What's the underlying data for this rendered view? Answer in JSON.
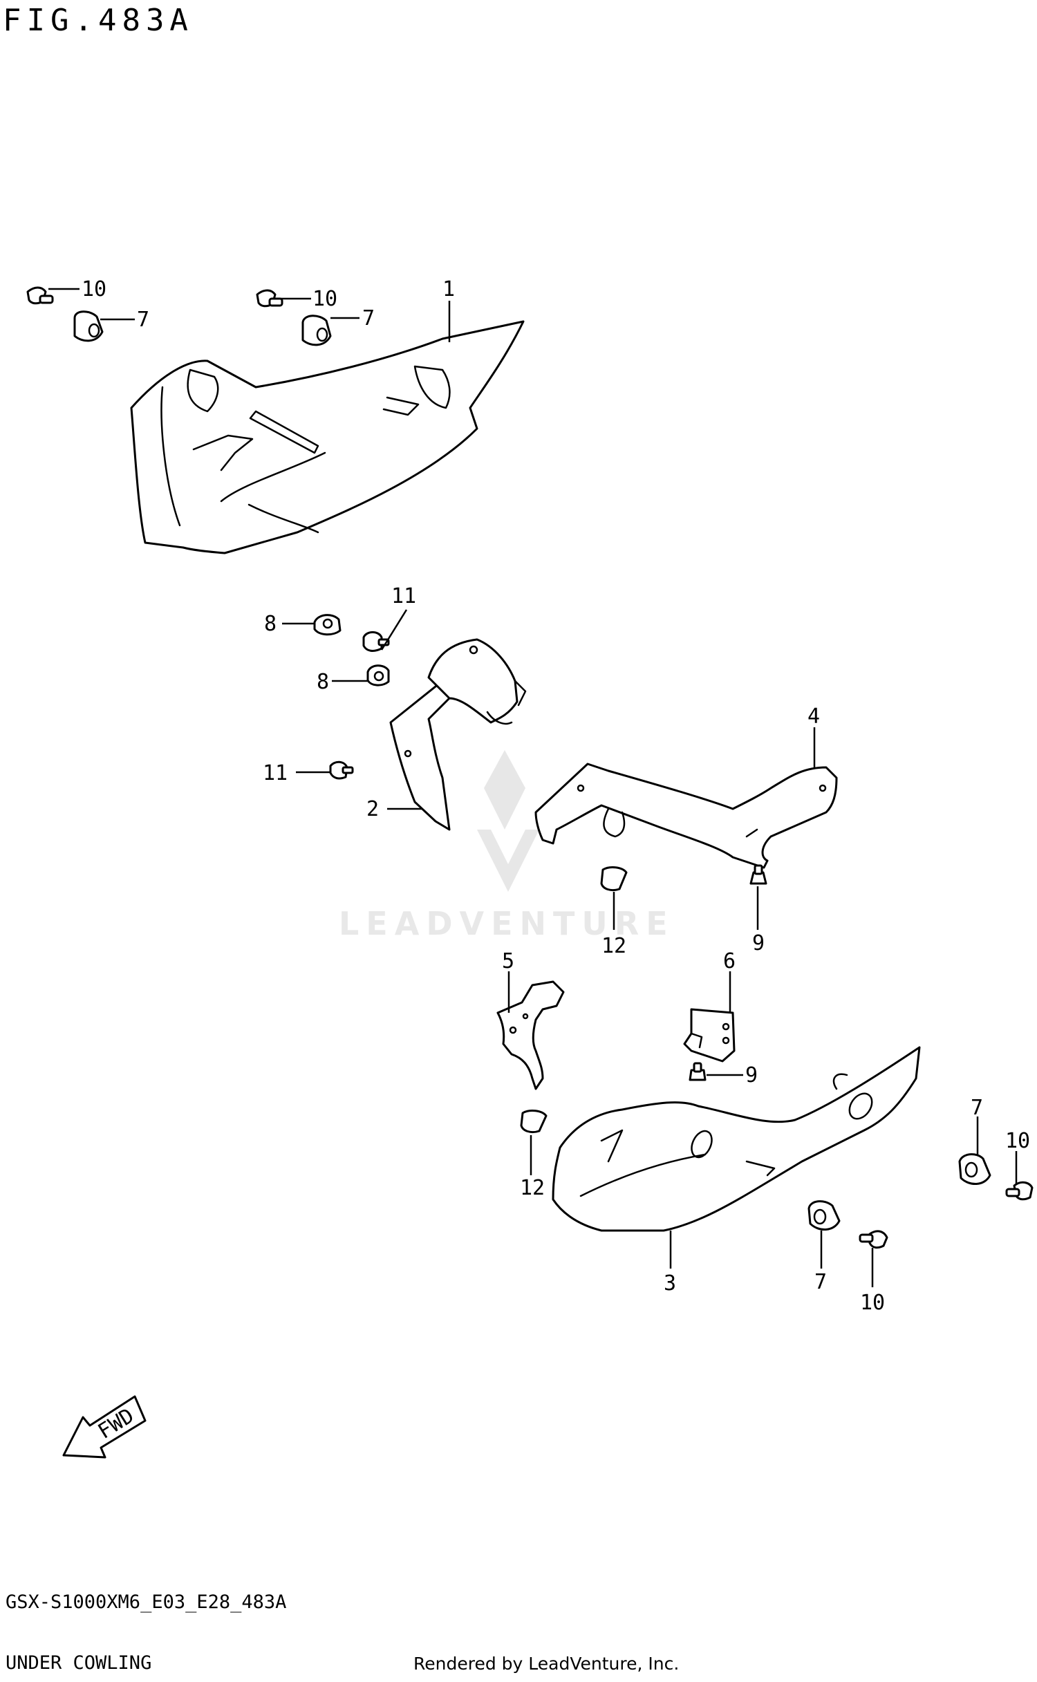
{
  "figure": {
    "title": "FIG.483A",
    "model_code": "GSX-S1000XM6_E03_E28_483A",
    "section_name": "UNDER COWLING",
    "rendered_by": "Rendered by LeadVenture, Inc.",
    "watermark": "LEADVENTURE",
    "fwd_label": "FWD"
  },
  "callouts": {
    "c1": "1",
    "c2": "2",
    "c3": "3",
    "c4": "4",
    "c5": "5",
    "c6": "6",
    "c7a": "7",
    "c7b": "7",
    "c7c": "7",
    "c7d": "7",
    "c8a": "8",
    "c8b": "8",
    "c9a": "9",
    "c9b": "9",
    "c10a": "10",
    "c10b": "10",
    "c10c": "10",
    "c10d": "10",
    "c11a": "11",
    "c11b": "11",
    "c12a": "12",
    "c12b": "12"
  }
}
